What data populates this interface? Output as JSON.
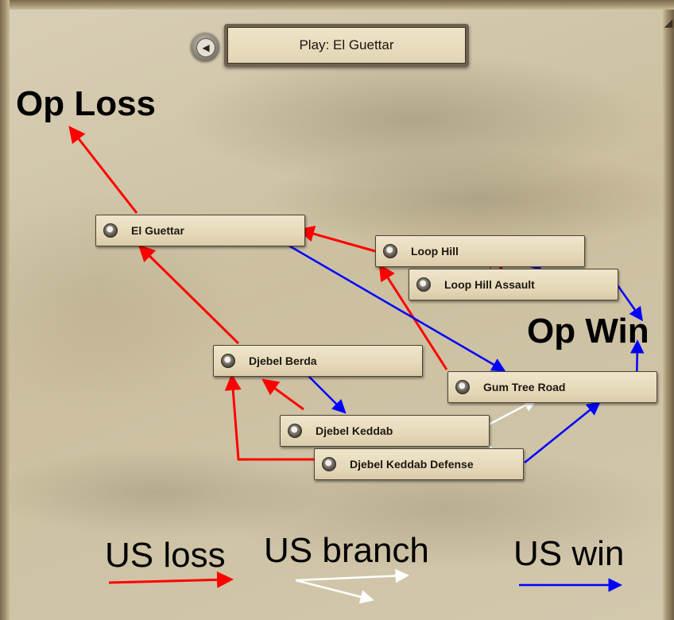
{
  "header": {
    "title": "Play: El Guettar",
    "back_icon": "back-arrow-icon"
  },
  "missions": [
    {
      "id": "el-guettar",
      "label": "El Guettar"
    },
    {
      "id": "loop-hill",
      "label": "Loop Hill"
    },
    {
      "id": "loop-hill-assault",
      "label": "Loop Hill Assault"
    },
    {
      "id": "djebel-berda",
      "label": "Djebel Berda"
    },
    {
      "id": "gum-tree-road",
      "label": "Gum Tree Road"
    },
    {
      "id": "djebel-keddab",
      "label": "Djebel Keddab"
    },
    {
      "id": "djebel-keddab-defense",
      "label": "Djebel Keddab Defense"
    }
  ],
  "annotations": {
    "op_loss": "Op Loss",
    "op_win": "Op Win"
  },
  "legend": {
    "us_loss": "US loss",
    "us_branch": "US branch",
    "us_win": "US win"
  },
  "colors": {
    "us_loss": "#ff0000",
    "us_branch": "#ffffff",
    "us_win": "#0000ff"
  }
}
